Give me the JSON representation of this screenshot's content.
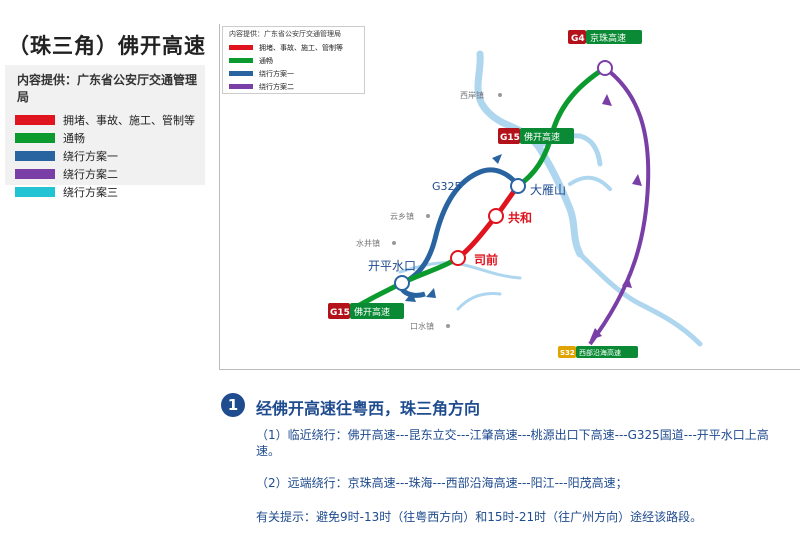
{
  "title": "（珠三角）佛开高速",
  "legend": {
    "source": "内容提供：广东省公安厅交通管理局",
    "items": [
      {
        "label": "拥堵、事故、施工、管制等",
        "color": "#e0141e"
      },
      {
        "label": "通畅",
        "color": "#0a9a2e"
      },
      {
        "label": "绕行方案一",
        "color": "#2a64a0"
      },
      {
        "label": "绕行方案二",
        "color": "#7a3fa6"
      },
      {
        "label": "绕行方案三",
        "color": "#22c4d4"
      }
    ]
  },
  "inner_legend": {
    "source": "内容提供：广东省公安厅交通管理局",
    "items": [
      {
        "label": "拥堵、事故、施工、管制等",
        "color": "#e0141e"
      },
      {
        "label": "通畅",
        "color": "#0a9a2e"
      },
      {
        "label": "绕行方案一",
        "color": "#2a64a0"
      },
      {
        "label": "绕行方案二",
        "color": "#7a3fa6"
      }
    ]
  },
  "map": {
    "shields": [
      {
        "code": "G4",
        "name": "京珠高速"
      },
      {
        "code": "G15",
        "name": "佛开高速"
      },
      {
        "code": "G15",
        "name": "佛开高速"
      },
      {
        "code": "S32",
        "name": "西部沿海高速"
      }
    ],
    "towns": [
      "西岸镇",
      "云乡镇",
      "水井镇",
      "口水镇"
    ],
    "nodes": [
      "大雁山",
      "共和",
      "司前",
      "开平水口"
    ],
    "road_label": "G325"
  },
  "section": {
    "number": "1",
    "title": "经佛开高速往粤西，珠三角方向",
    "line1": "（1）临近绕行：佛开高速---昆东立交---江肇高速---桃源出口下高速---G325国道---开平水口上高速。",
    "line2": "（2）远端绕行：京珠高速---珠海---西部沿海高速---阳江---阳茂高速；",
    "tip": "有关提示：避免9时-13时（往粤西方向）和15时-21时（往广州方向）途经该路段。"
  },
  "colors": {
    "accent": "#1f4b8f"
  }
}
